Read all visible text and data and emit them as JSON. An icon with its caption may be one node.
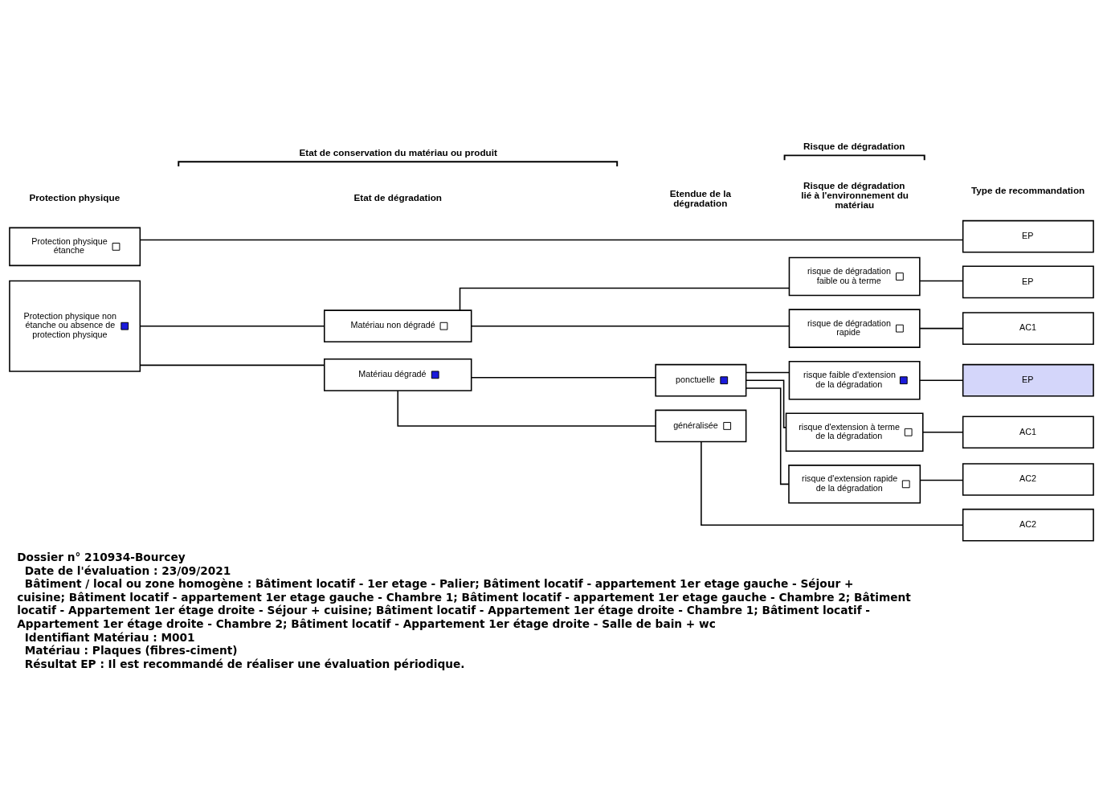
{
  "diagram": {
    "nodes": [
      {
        "text": [
          "Protection physique étanche"
        ]
      },
      {
        "text": [
          "EP"
        ]
      },
      {
        "text": [
          "Matériau non dégradé"
        ]
      },
      {
        "text": [
          "risque de dégradation faible ou à terme"
        ]
      },
      {
        "text": [
          "EP"
        ]
      },
      {
        "text": [
          "risque de dégradation rapide"
        ]
      },
      {
        "text": [
          "AC1"
        ]
      },
      {
        "text": [
          "Protection physique non étanche ou absence de protection physique"
        ]
      },
      {
        "text": [
          "risque faible d'extension de la dégradation"
        ]
      },
      {
        "text": [
          "EP"
        ]
      },
      {
        "text": [
          "ponctuelle"
        ]
      },
      {
        "text": [
          "risque d'extension à terme de la dégradation"
        ]
      },
      {
        "text": [
          "AC1"
        ]
      },
      {
        "text": [
          "Matériau dégradé"
        ]
      },
      {
        "text": [
          "risque d'extension rapide de la dégradation"
        ]
      },
      {
        "text": [
          "AC2"
        ]
      },
      {
        "text": [
          "généralisée"
        ]
      },
      {
        "text": [
          "AC2"
        ]
      }
    ],
    "edges": [
      {
        "from": 0,
        "to": 1,
        "arrow": "none"
      },
      {
        "from": 7,
        "to": 2,
        "arrow": "none"
      },
      {
        "from": 7,
        "to": 13,
        "arrow": "none"
      },
      {
        "from": 2,
        "to": 3,
        "arrow": "none"
      },
      {
        "from": 2,
        "to": 5,
        "arrow": "none"
      },
      {
        "from": 3,
        "to": 4,
        "arrow": "none"
      },
      {
        "from": 5,
        "to": 6,
        "arrow": "none"
      },
      {
        "from": 13,
        "to": 10,
        "arrow": "none"
      },
      {
        "from": 13,
        "to": 16,
        "arrow": "none"
      },
      {
        "from": 10,
        "to": 8,
        "arrow": "none"
      },
      {
        "from": 10,
        "to": 11,
        "arrow": "none"
      },
      {
        "from": 10,
        "to": 14,
        "arrow": "none"
      },
      {
        "from": 8,
        "to": 9,
        "arrow": "none"
      },
      {
        "from": 11,
        "to": 12,
        "arrow": "none"
      },
      {
        "from": 14,
        "to": 15,
        "arrow": "none"
      },
      {
        "from": 16,
        "to": 17,
        "arrow": "none"
      }
    ],
    "labels": [
      "Etat de conservation du matériau ou produit",
      "Risque de dégradation",
      "Protection physique",
      "Etat de dégradation",
      "Etendue de la dégradation",
      "Risque de dégradation lié à l'environnement du matériau",
      "Type de recommandation",
      "Dossier n° 210934-Bourcey",
      "Date de l'évaluation : 23/09/2021",
      "Bâtiment / local ou zone homogène : Bâtiment locatif - 1er etage - Palier; Bâtiment locatif - appartement 1er etage gauche - Séjour + cuisine; Bâtiment locatif - appartement 1er etage gauche - Chambre 1; Bâtiment locatif - appartement 1er etage gauche - Chambre 2; Bâtiment locatif - Appartement 1er étage droite - Séjour + cuisine; Bâtiment locatif - Appartement 1er étage droite - Chambre 1; Bâtiment locatif - Appartement 1er étage droite - Chambre 2; Bâtiment locatif - Appartement 1er étage droite - Salle de bain + wc",
      "Identifiant Matériau : M001",
      "Matériau : Plaques (fibres-ciment)",
      "Résultat EP : Il est recommandé de réaliser une évaluation périodique."
    ]
  }
}
